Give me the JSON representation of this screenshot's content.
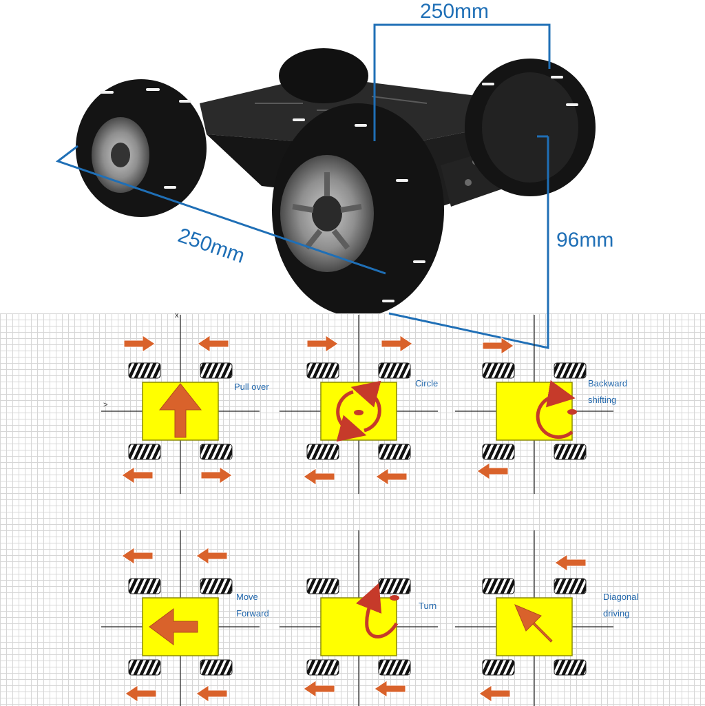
{
  "dimensions": {
    "width_label": "250mm",
    "length_label": "250mm",
    "height_label": "96mm"
  },
  "modes": [
    {
      "id": "pull-over",
      "lines": [
        "Pull over"
      ]
    },
    {
      "id": "circle",
      "lines": [
        "Circle"
      ]
    },
    {
      "id": "backward-shifting",
      "lines": [
        "Backward",
        "shifting"
      ]
    },
    {
      "id": "move-forward",
      "lines": [
        "Move",
        "Forward"
      ]
    },
    {
      "id": "turn",
      "lines": [
        "Turn"
      ]
    },
    {
      "id": "diagonal-driving",
      "lines": [
        "Diagonal",
        "driving"
      ]
    }
  ],
  "axis_labels": {
    "x": ">",
    "y": "x"
  },
  "colors": {
    "dimension_line": "#1f6fb6",
    "label_text": "#2469ad",
    "arrow": "#d9622b",
    "body_fill": "#ffff00",
    "body_stroke": "#8c8c00",
    "curve_arrow": "#c63a2a",
    "wheel": "#111111",
    "chassis": "#1b1b1b"
  }
}
